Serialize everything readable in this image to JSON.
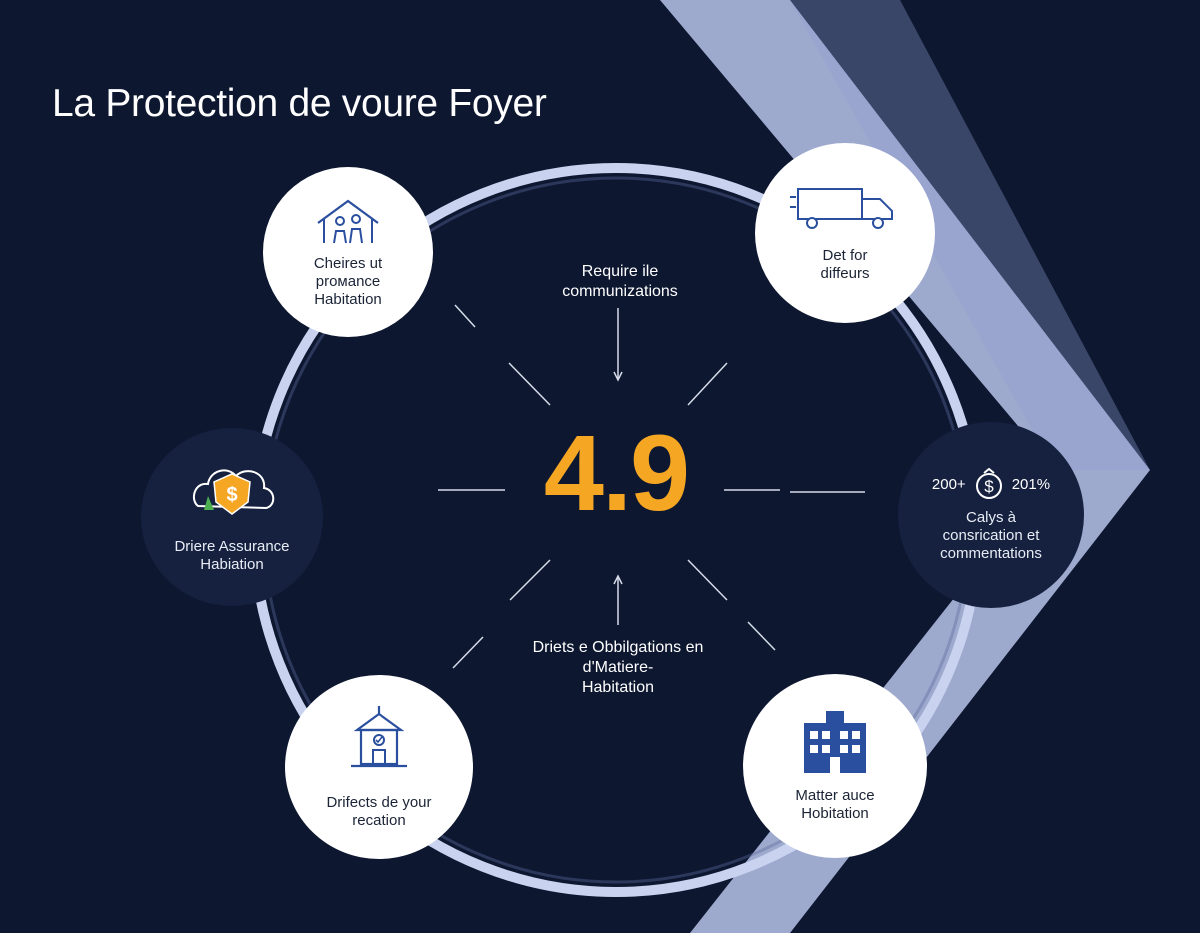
{
  "title": "La Protection de voure Foyer",
  "center": {
    "value": "4.9",
    "top_text": "Require ile\ncommunizations",
    "bottom_text": "Driets e Obbilgations en\nd'Matiere-\nHabitation"
  },
  "nodes": {
    "top_left": {
      "label": "Cheires ut\nproмance\nHabitation",
      "icon": "house-family-icon"
    },
    "top_right": {
      "label": "Det for\ndiffeurs",
      "icon": "truck-icon"
    },
    "left": {
      "label": "Driere Assurance\nHabiation",
      "icon": "dollar-shield-icon"
    },
    "right": {
      "stat_left": "200+",
      "stat_right": "201%",
      "label": "Calys à\nconsrication et\ncommentations",
      "icon": "dollar-circle-icon"
    },
    "bottom_left": {
      "label": "Drifects de your\nrecation",
      "icon": "school-building-icon"
    },
    "bottom_right": {
      "label": "Matter auce\nHobitation",
      "icon": "apartment-building-icon"
    }
  },
  "colors": {
    "background": "#0d1730",
    "accent": "#f5a623",
    "ring": "#c9d3f0",
    "chevron": "#aeb9e0",
    "icon": "#2a4f9e"
  }
}
